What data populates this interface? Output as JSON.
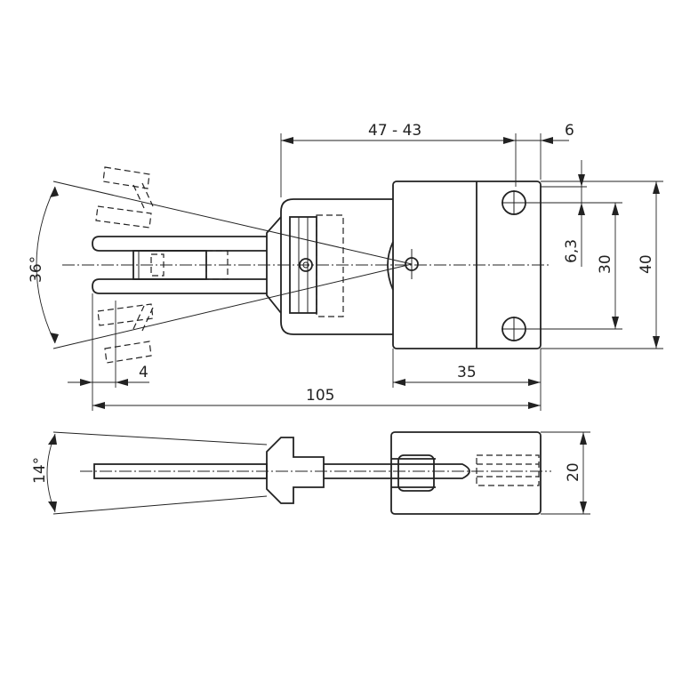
{
  "dimensions": {
    "top_length": "47 - 43",
    "top_offset": "6",
    "hole_offset": "6,3",
    "hole_spacing": "30",
    "body_height": "40",
    "swing_angle": "36°",
    "lever_width": "4",
    "body_length": "35",
    "overall_length": "105",
    "tilt_angle": "14°",
    "body_width": "20"
  }
}
